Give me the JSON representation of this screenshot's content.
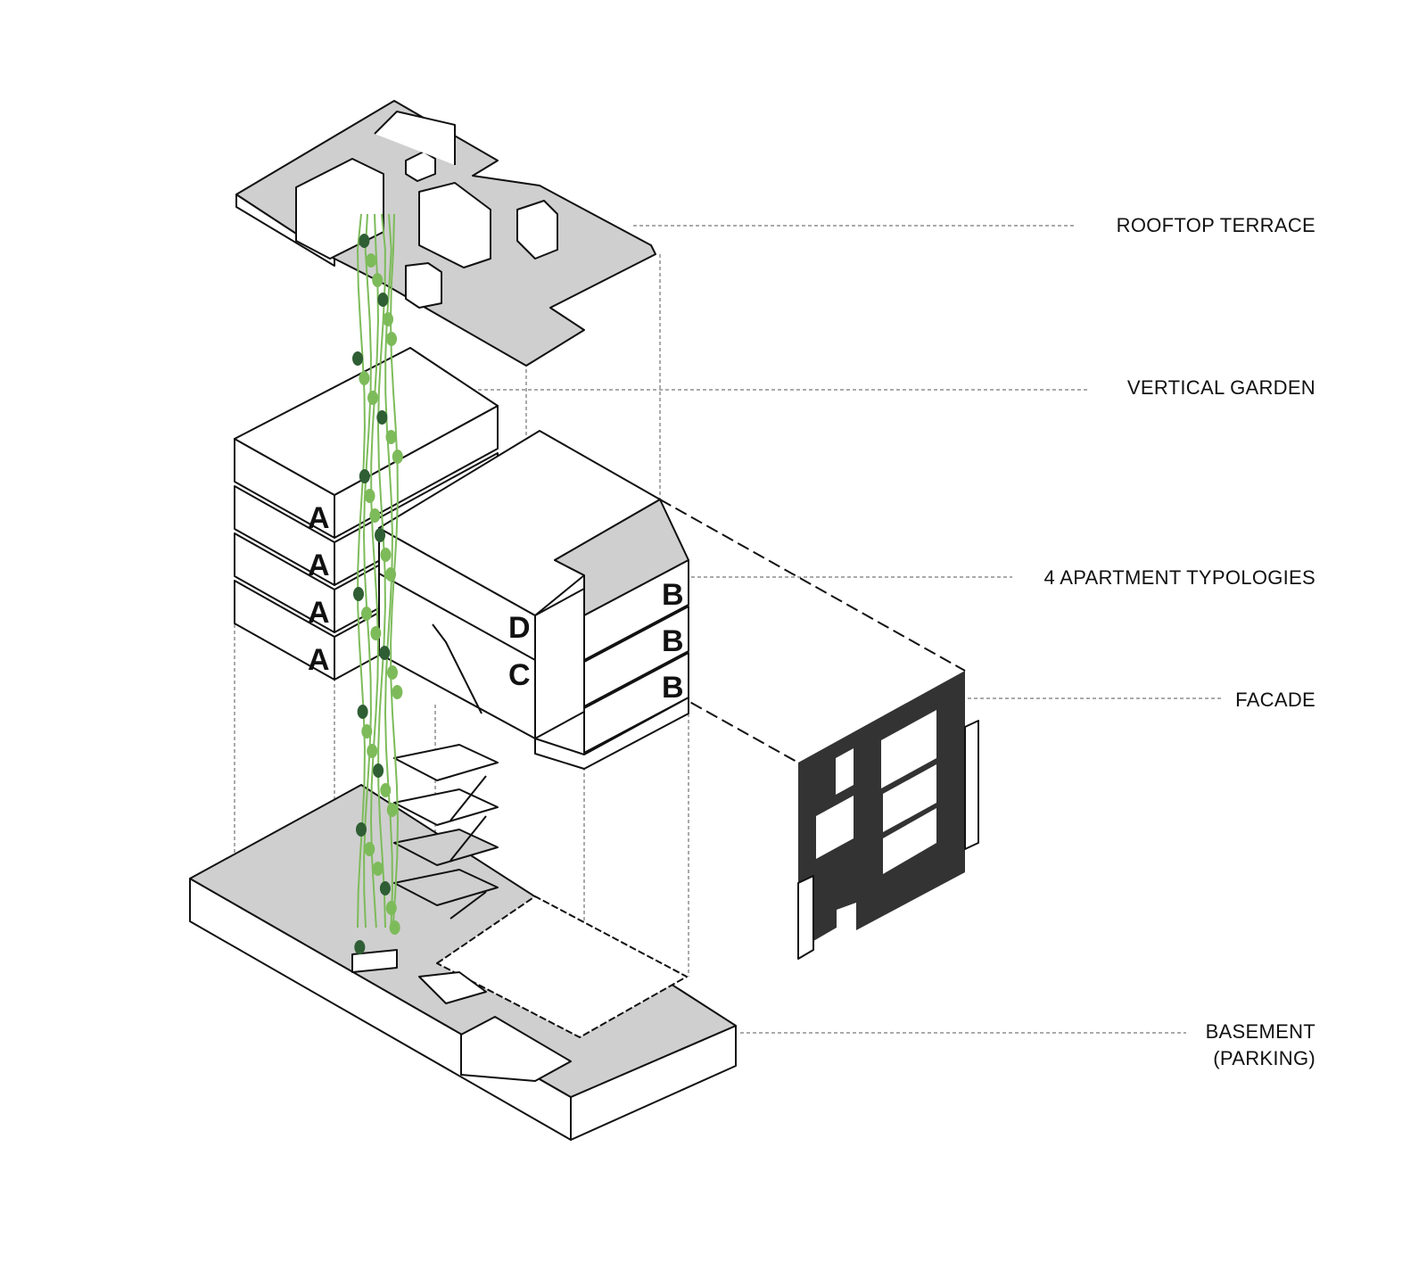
{
  "labels": {
    "rooftop": "ROOFTOP TERRACE",
    "garden": "VERTICAL GARDEN",
    "typologies": "4 APARTMENT TYPOLOGIES",
    "facade": "FACADE",
    "basement_line1": "BASEMENT",
    "basement_line2": "(PARKING)"
  },
  "unit_letters": {
    "a": [
      "A",
      "A",
      "A",
      "A"
    ],
    "b": [
      "B",
      "B",
      "B"
    ],
    "c": "C",
    "d": "D"
  },
  "colors": {
    "garden_light": "#7dbb5a",
    "garden_dark": "#2f5e34",
    "floor_gray": "#cfcfcf",
    "facade": "#333333"
  }
}
